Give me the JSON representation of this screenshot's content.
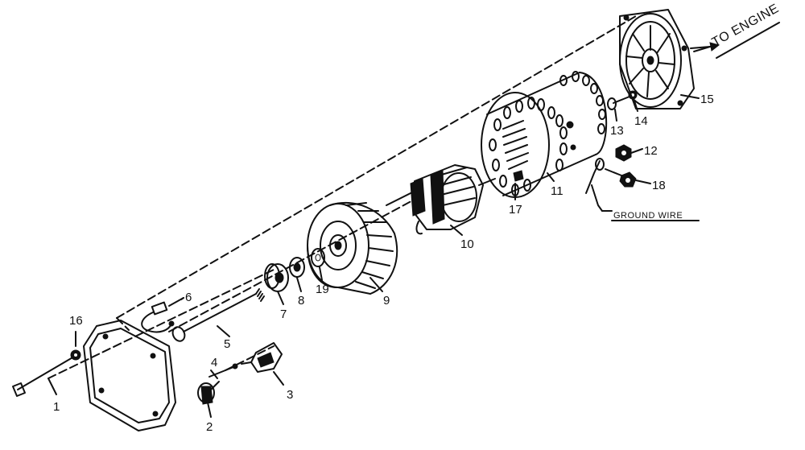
{
  "callouts": {
    "p1": "1",
    "p2": "2",
    "p3": "3",
    "p4": "4",
    "p5": "5",
    "p6": "6",
    "p7": "7",
    "p8": "8",
    "p9": "9",
    "p10": "10",
    "p11": "11",
    "p12": "12",
    "p13": "13",
    "p14": "14",
    "p15": "15",
    "p16": "16",
    "p17": "17",
    "p18": "18",
    "p19": "19"
  },
  "labels": {
    "to_engine": "TO ENGINE",
    "ground_wire": "GROUND WIRE"
  }
}
